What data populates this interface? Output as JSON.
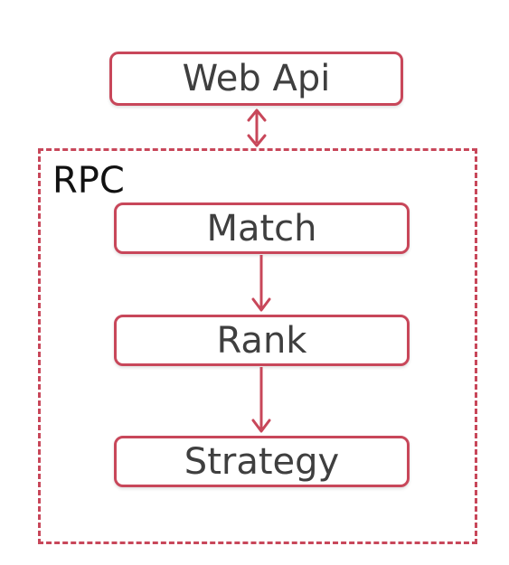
{
  "colors": {
    "accent": "#c8475a",
    "node_text": "#3f3f3f",
    "label_text": "#111111",
    "background": "#ffffff"
  },
  "nodes": {
    "web_api": "Web Api",
    "match": "Match",
    "rank": "Rank",
    "strategy": "Strategy"
  },
  "container": {
    "label": "RPC"
  },
  "edges": [
    {
      "from": "web_api",
      "to": "rpc",
      "direction": "bidirectional"
    },
    {
      "from": "match",
      "to": "rank",
      "direction": "forward"
    },
    {
      "from": "rank",
      "to": "strategy",
      "direction": "forward"
    }
  ]
}
